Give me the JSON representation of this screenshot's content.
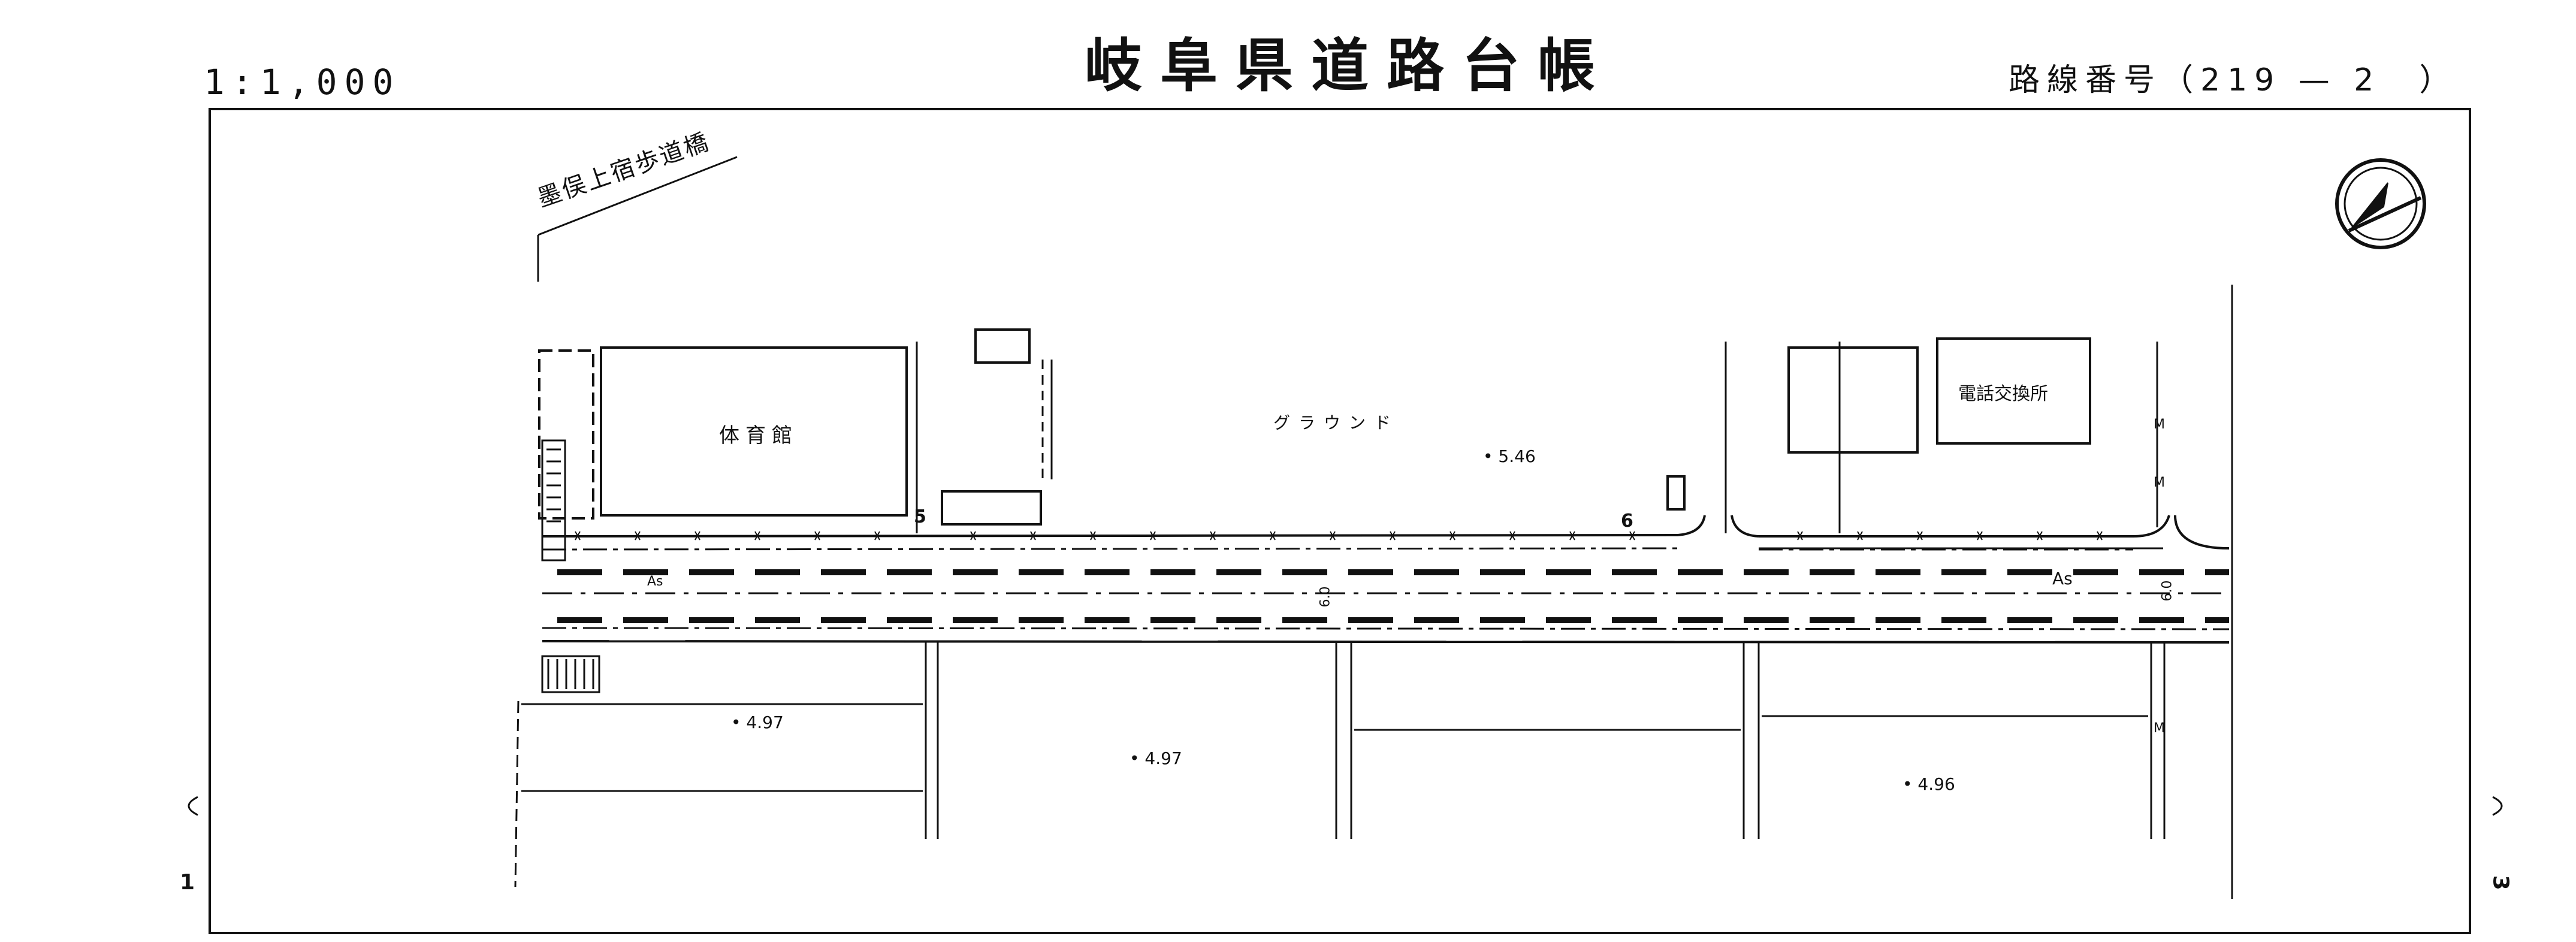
{
  "header": {
    "scale": "1:1,000",
    "title": "岐阜県道路台帳",
    "route_number": "路線番号（219 — 2　）"
  },
  "labels": {
    "bridge": "墨俣上宿歩道橋",
    "gymnasium": "体育館",
    "ground": "グラウンド",
    "telephone_exchange": "電話交換所",
    "surface_left": "As",
    "surface_right": "As",
    "station_5": "5",
    "station_6": "6",
    "width_left": "6.0",
    "width_right": "6.0",
    "m_marker_1": "M",
    "m_marker_2": "M",
    "m_marker_3": "M"
  },
  "elevations": {
    "ground": "5.46",
    "lower_left": "4.97",
    "lower_middle": "4.97",
    "lower_right": "4.96"
  },
  "side_marks": {
    "left": "1",
    "right": "3"
  },
  "icons": {
    "north_arrow": "north-arrow-icon"
  }
}
